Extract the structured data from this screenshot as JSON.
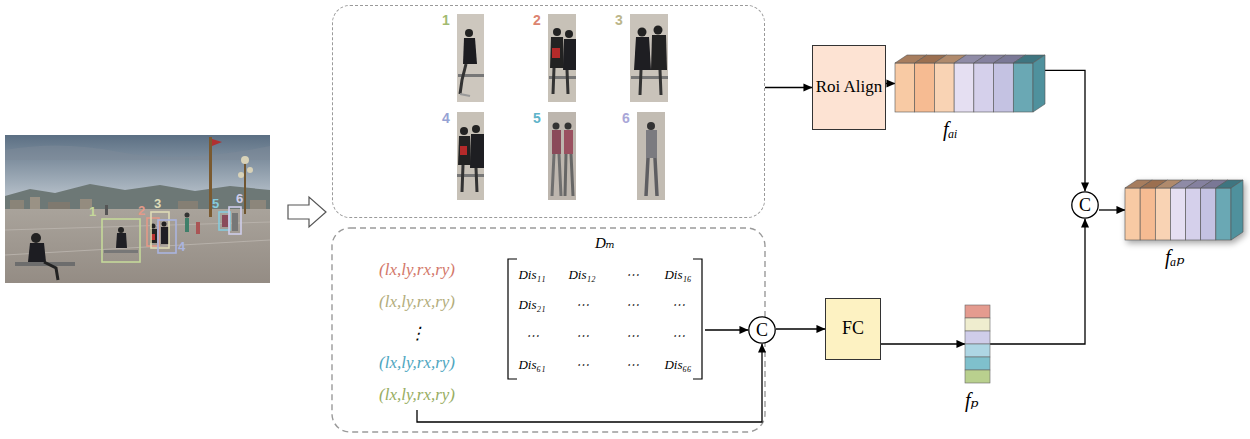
{
  "diagram": {
    "nodes": [
      {
        "text": [
          "1",
          "2",
          "3",
          "4",
          "5",
          "6"
        ]
      },
      {
        "text": [
          "Roi Align"
        ]
      },
      {
        "text": [
          "fₐᵢ"
        ]
      },
      {
        "text": [
          "C"
        ]
      },
      {
        "text": [
          "fₐₚ"
        ]
      },
      {
        "text": [
          "(lx,ly,rx,ry)",
          "(lx,ly,rx,ry)",
          "⋮",
          "(lx,ly,rx,ry)",
          "(lx,ly,rx,ry)"
        ]
      },
      {
        "text": [
          "Dₘ",
          "Dis₁₁",
          "Dis₁₂",
          "⋯",
          "Dis₁₆",
          "Dis₂₁",
          "⋯",
          "⋯",
          "⋯",
          "⋯",
          "⋯",
          "⋯",
          "⋯",
          "Dis₆₁",
          "⋯",
          "⋯",
          "Dis₆₆"
        ]
      },
      {
        "text": [
          "C"
        ]
      },
      {
        "text": [
          "FC"
        ]
      },
      {
        "text": [
          "fₚ"
        ]
      }
    ],
    "edges": [
      {
        "from": 0,
        "to": 1,
        "arrow": "to"
      },
      {
        "from": 1,
        "to": 2,
        "arrow": "to"
      },
      {
        "from": 2,
        "to": 3,
        "arrow": "to"
      },
      {
        "from": 3,
        "to": 4,
        "arrow": "to"
      },
      {
        "from": 5,
        "to": 7,
        "arrow": "to"
      },
      {
        "from": 6,
        "to": 7,
        "arrow": "to"
      },
      {
        "from": 7,
        "to": 8,
        "arrow": "to"
      },
      {
        "from": 8,
        "to": 9,
        "arrow": "to"
      },
      {
        "from": 9,
        "to": 3,
        "arrow": "to"
      }
    ],
    "labels": [
      "1",
      "2",
      "3",
      "4",
      "5",
      "6"
    ]
  }
}
